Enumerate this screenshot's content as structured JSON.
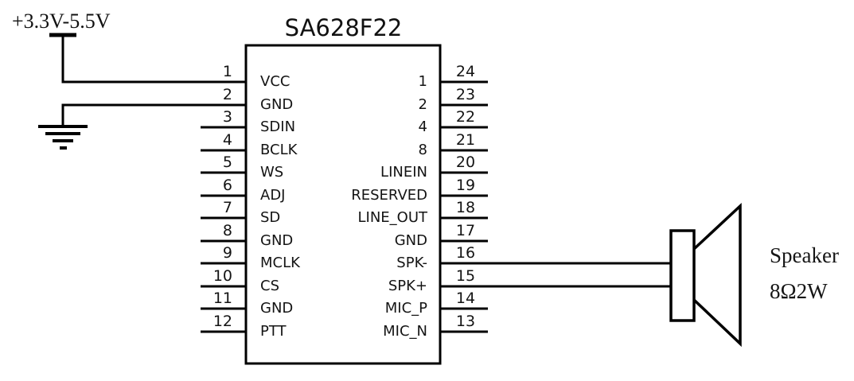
{
  "title": "SA628F22",
  "power": {
    "label": "+3.3V-5.5V"
  },
  "speaker": {
    "label": "Speaker",
    "rating": "8Ω2W"
  },
  "chip": {
    "left_pins": [
      {
        "number": "1",
        "label": "VCC"
      },
      {
        "number": "2",
        "label": "GND"
      },
      {
        "number": "3",
        "label": "SDIN"
      },
      {
        "number": "4",
        "label": "BCLK"
      },
      {
        "number": "5",
        "label": "WS"
      },
      {
        "number": "6",
        "label": "ADJ"
      },
      {
        "number": "7",
        "label": "SD"
      },
      {
        "number": "8",
        "label": "GND"
      },
      {
        "number": "9",
        "label": "MCLK"
      },
      {
        "number": "10",
        "label": "CS"
      },
      {
        "number": "11",
        "label": "GND"
      },
      {
        "number": "12",
        "label": "PTT"
      }
    ],
    "right_pins": [
      {
        "number": "24",
        "label": "1"
      },
      {
        "number": "23",
        "label": "2"
      },
      {
        "number": "22",
        "label": "4"
      },
      {
        "number": "21",
        "label": "8"
      },
      {
        "number": "20",
        "label": "LINEIN"
      },
      {
        "number": "19",
        "label": "RESERVED"
      },
      {
        "number": "18",
        "label": "LINE_OUT"
      },
      {
        "number": "17",
        "label": "GND"
      },
      {
        "number": "16",
        "label": "SPK-"
      },
      {
        "number": "15",
        "label": "SPK+"
      },
      {
        "number": "14",
        "label": "MIC_P"
      },
      {
        "number": "13",
        "label": "MIC_N"
      }
    ]
  },
  "colors": {
    "line": "#000000",
    "background": "#ffffff"
  }
}
